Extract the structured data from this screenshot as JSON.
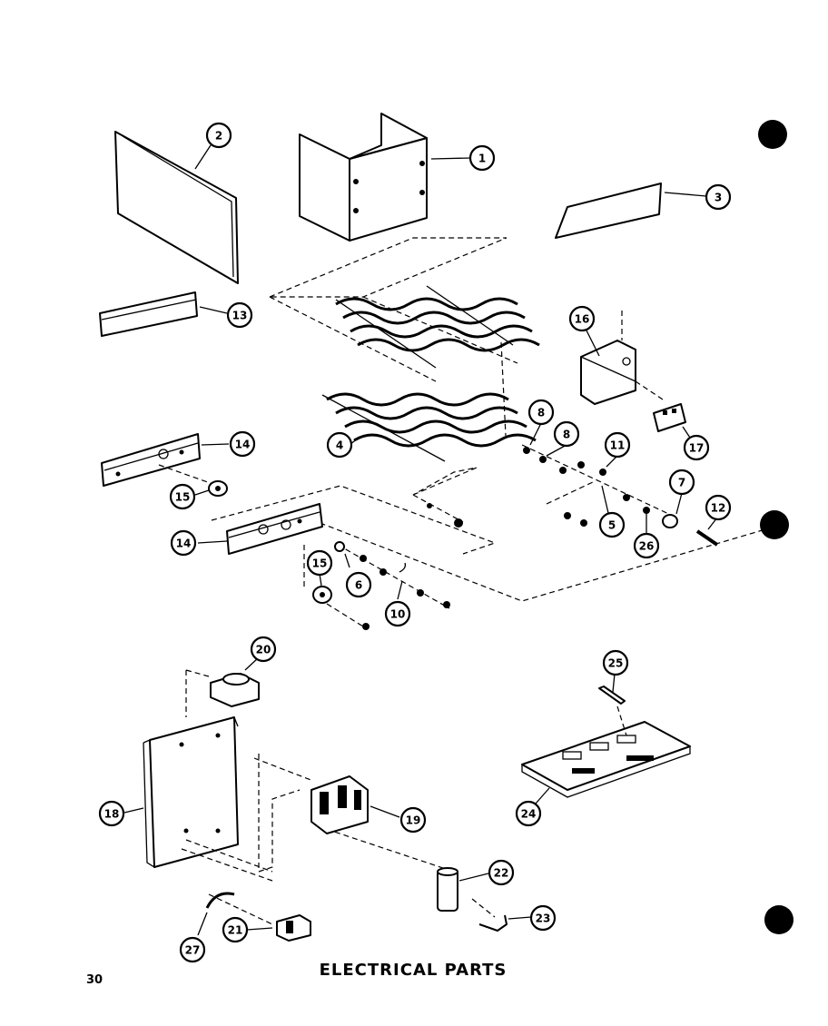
{
  "title": "ELECTRICAL PARTS",
  "page_number": "30",
  "callouts": [
    {
      "id": "c1",
      "label": "1"
    },
    {
      "id": "c2",
      "label": "2"
    },
    {
      "id": "c3",
      "label": "3"
    },
    {
      "id": "c13",
      "label": "13"
    },
    {
      "id": "c16",
      "label": "16"
    },
    {
      "id": "c4",
      "label": "4"
    },
    {
      "id": "c8a",
      "label": "8"
    },
    {
      "id": "c8b",
      "label": "8"
    },
    {
      "id": "c11",
      "label": "11"
    },
    {
      "id": "c17",
      "label": "17"
    },
    {
      "id": "c14a",
      "label": "14"
    },
    {
      "id": "c15a",
      "label": "15"
    },
    {
      "id": "c7",
      "label": "7"
    },
    {
      "id": "c12",
      "label": "12"
    },
    {
      "id": "c5",
      "label": "5"
    },
    {
      "id": "c26",
      "label": "26"
    },
    {
      "id": "c14b",
      "label": "14"
    },
    {
      "id": "c15b",
      "label": "15"
    },
    {
      "id": "c6",
      "label": "6"
    },
    {
      "id": "c10",
      "label": "10"
    },
    {
      "id": "c20",
      "label": "20"
    },
    {
      "id": "c25",
      "label": "25"
    },
    {
      "id": "c18",
      "label": "18"
    },
    {
      "id": "c19",
      "label": "19"
    },
    {
      "id": "c24",
      "label": "24"
    },
    {
      "id": "c22",
      "label": "22"
    },
    {
      "id": "c23",
      "label": "23"
    },
    {
      "id": "c21",
      "label": "21"
    },
    {
      "id": "c27",
      "label": "27"
    }
  ]
}
